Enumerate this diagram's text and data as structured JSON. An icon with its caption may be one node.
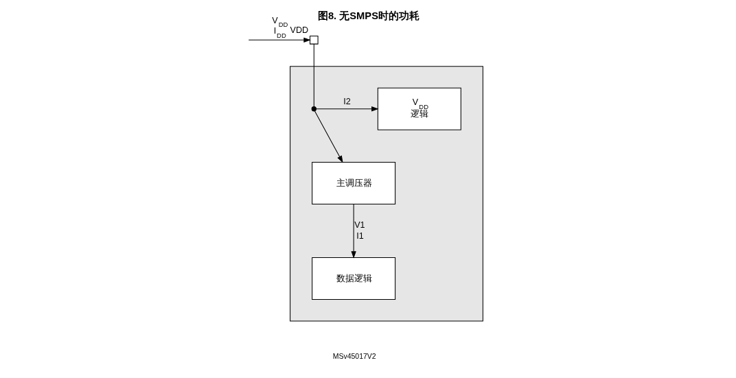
{
  "diagram": {
    "title": "图8. 无SMPS时的功耗",
    "nodes": [
      {
        "text": [],
        "shape": "box"
      },
      {
        "text": [
          "VDD"
        ]
      },
      {
        "text": [
          "V$_{DD}$ 逻辑"
        ],
        "in": 0
      },
      {
        "text": [
          "主调压器"
        ],
        "in": 0
      },
      {
        "text": [
          "数据逻辑"
        ],
        "in": 0
      },
      {
        "text": [],
        "shape": "circle",
        "in": 0
      }
    ],
    "edges": [
      {
        "from": null,
        "to": 1,
        "arrow": "to",
        "label": "V$_{DD}$ I$_{DD}$"
      },
      {
        "from": 1,
        "to": 5,
        "arrow": "none"
      },
      {
        "from": 5,
        "to": 2,
        "arrow": "to",
        "label": "I2"
      },
      {
        "from": 5,
        "to": 3,
        "arrow": "to"
      },
      {
        "from": 3,
        "to": 4,
        "arrow": "to",
        "label": "V1 I1"
      }
    ],
    "labels": [
      "MSv45017V2"
    ]
  }
}
